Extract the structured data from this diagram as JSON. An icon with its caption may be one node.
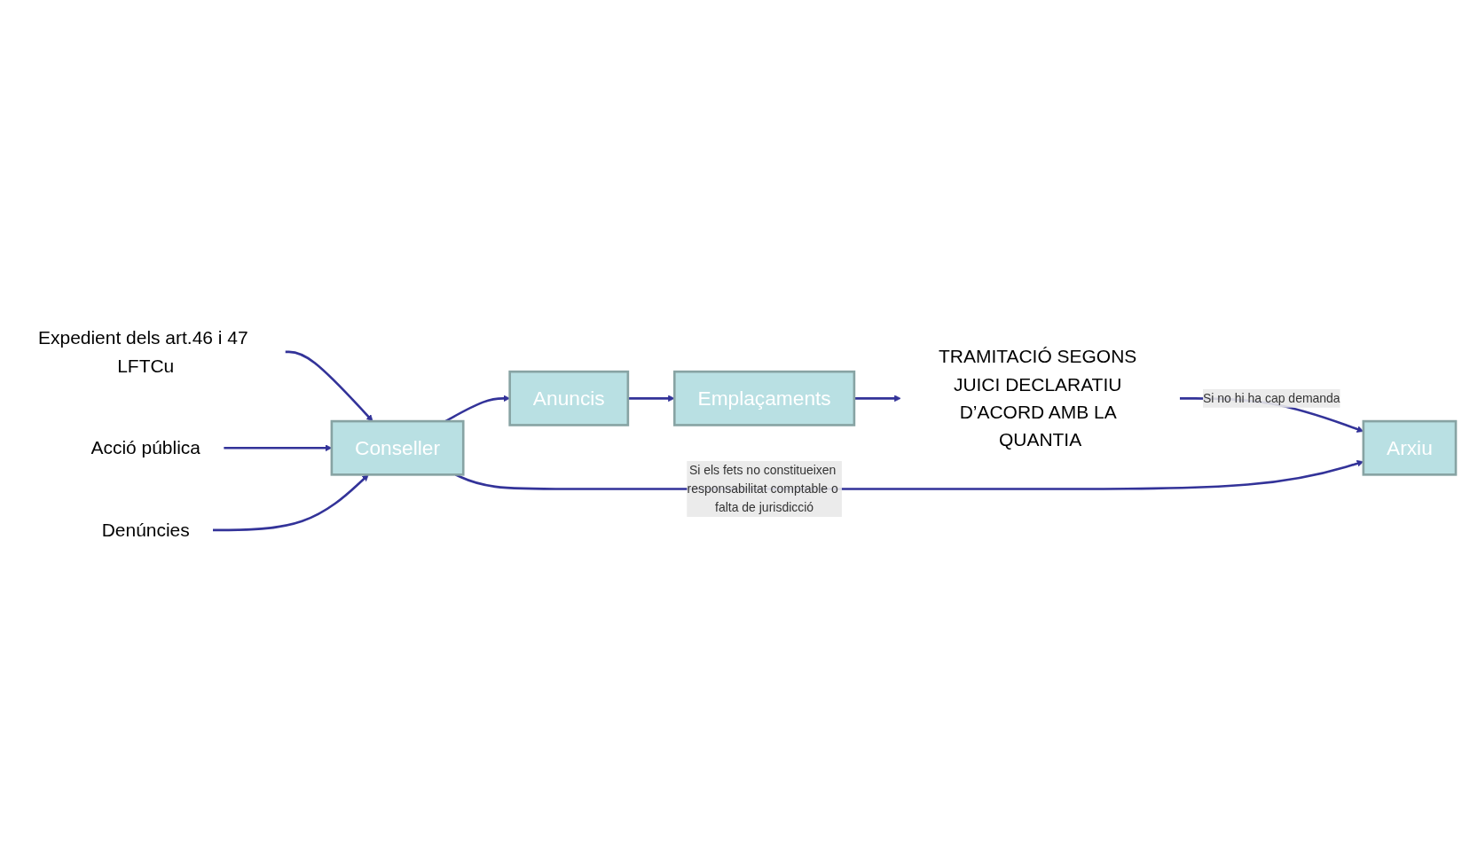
{
  "diagram": {
    "nodes": [
      {
        "text": [
          "Expedient dels art.46 i 47 LFTCu"
        ]
      },
      {
        "text": [
          "Acció pública"
        ]
      },
      {
        "text": [
          "Denúncies"
        ]
      },
      {
        "text": [
          "Conseller"
        ]
      },
      {
        "text": [
          "Anuncis"
        ]
      },
      {
        "text": [
          "Emplaçaments"
        ]
      },
      {
        "text": [
          "TRAMITACIÓ SEGONS JUICI DECLARATIU D’ACORD AMB LA QUANTIA"
        ]
      },
      {
        "text": [
          "Arxiu"
        ]
      }
    ],
    "edges": [
      {
        "from": 0,
        "to": 3,
        "arrow": "to"
      },
      {
        "from": 1,
        "to": 3,
        "arrow": "to"
      },
      {
        "from": 2,
        "to": 3,
        "arrow": "to"
      },
      {
        "from": 3,
        "to": 4,
        "arrow": "to"
      },
      {
        "from": 4,
        "to": 5,
        "arrow": "to"
      },
      {
        "from": 5,
        "to": 6,
        "arrow": "to"
      },
      {
        "from": 6,
        "to": 7,
        "arrow": "to",
        "label": "Si no hi ha cap demanda"
      },
      {
        "from": 3,
        "to": 7,
        "arrow": "to",
        "label": "Si els fets no constitueixen responsabilitat comptable o falta de jurisdicció"
      }
    ]
  }
}
